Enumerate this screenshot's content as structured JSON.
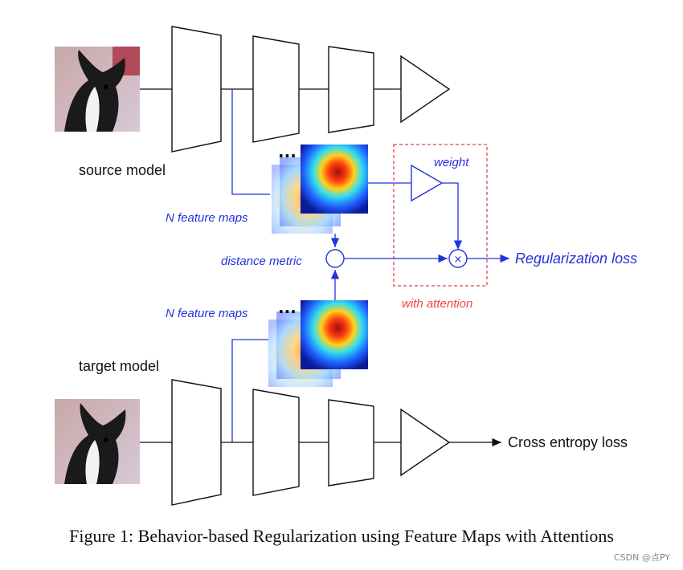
{
  "labels": {
    "source_model": "source model",
    "target_model": "target model",
    "n_feature_maps_top": "N feature maps",
    "n_feature_maps_bottom": "N feature maps",
    "distance_metric": "distance metric",
    "weight": "weight",
    "with_attention": "with attention",
    "regularization_loss": "Regularization loss",
    "cross_entropy_loss": "Cross entropy loss",
    "ellipsis": "...",
    "multiply_symbol": "×"
  },
  "caption": "Figure 1: Behavior-based Regularization using Feature Maps with Attentions",
  "watermark": "CSDN @点PY",
  "colors": {
    "blue": "#2233dd",
    "red_dashed": "#e44444",
    "black": "#111111"
  }
}
